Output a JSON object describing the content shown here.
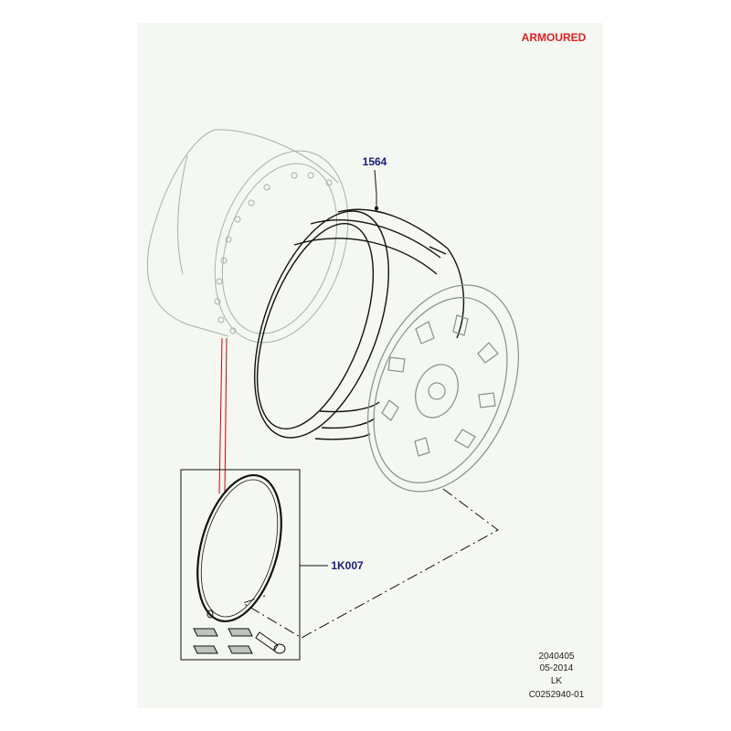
{
  "header": {
    "variant_label": "ARMOURED"
  },
  "callouts": [
    {
      "id": "tyre",
      "part_number": "1564"
    },
    {
      "id": "seal-kit",
      "part_number": "1K007"
    }
  ],
  "footer": {
    "reference": "2040405",
    "date": "05-2014",
    "code": "LK",
    "illustration_id": "C0252940-01"
  },
  "colors": {
    "variant_label": "#e02020",
    "callout_text": "#1a1a7a",
    "line_art": "#111111",
    "ghost_art": "#aab0aa",
    "sheet_background": "#f4f7f2",
    "leader_red": "#d00000"
  },
  "icons": [
    "wheel-rim-ghost",
    "run-flat-tyre-insert",
    "wheel-disc",
    "o-ring-seal",
    "wheel-nut",
    "bolt"
  ]
}
